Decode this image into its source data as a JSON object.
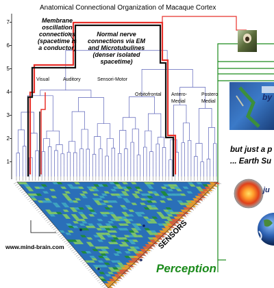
{
  "title": "Anatomical Connectional Organization of Macaque Cortex",
  "y_axis_ticks": [
    "1",
    "2",
    "3",
    "4",
    "5",
    "6",
    "7"
  ],
  "cluster_labels": {
    "visual": "Visual",
    "auditory": "Auditory",
    "sensorimotor": "Sensori-Motor",
    "orbitofrontal": "Orbitofrontal",
    "antero_medial_1": "Antero-",
    "antero_medial_2": "Medial",
    "postero_medial_1": "Postero",
    "postero_medial_2": "Medial"
  },
  "annotations": {
    "membrane": [
      "Membrane",
      "oscillation",
      "connections",
      "(spacetime is",
      "a conductor)"
    ],
    "normal": [
      "Normal nerve",
      "connections via EM",
      "and Microtubulines",
      "(denser isolated",
      "spacetime)"
    ]
  },
  "website": "www.mind-brain.com",
  "sensors_label": "SENSORS",
  "perception_label": "Perception",
  "right_panel": {
    "by_fragment": "by",
    "but_just_fragment": "but just a p",
    "earth_fragment": "... Earth Su",
    "jus_fragment": "ju"
  },
  "colors": {
    "red_path": "#e8302a",
    "black_path": "#111111",
    "dendrogram": "#5a62b8",
    "perception_green": "#1a8a1a",
    "matrix_base": "#2a6fb8"
  }
}
